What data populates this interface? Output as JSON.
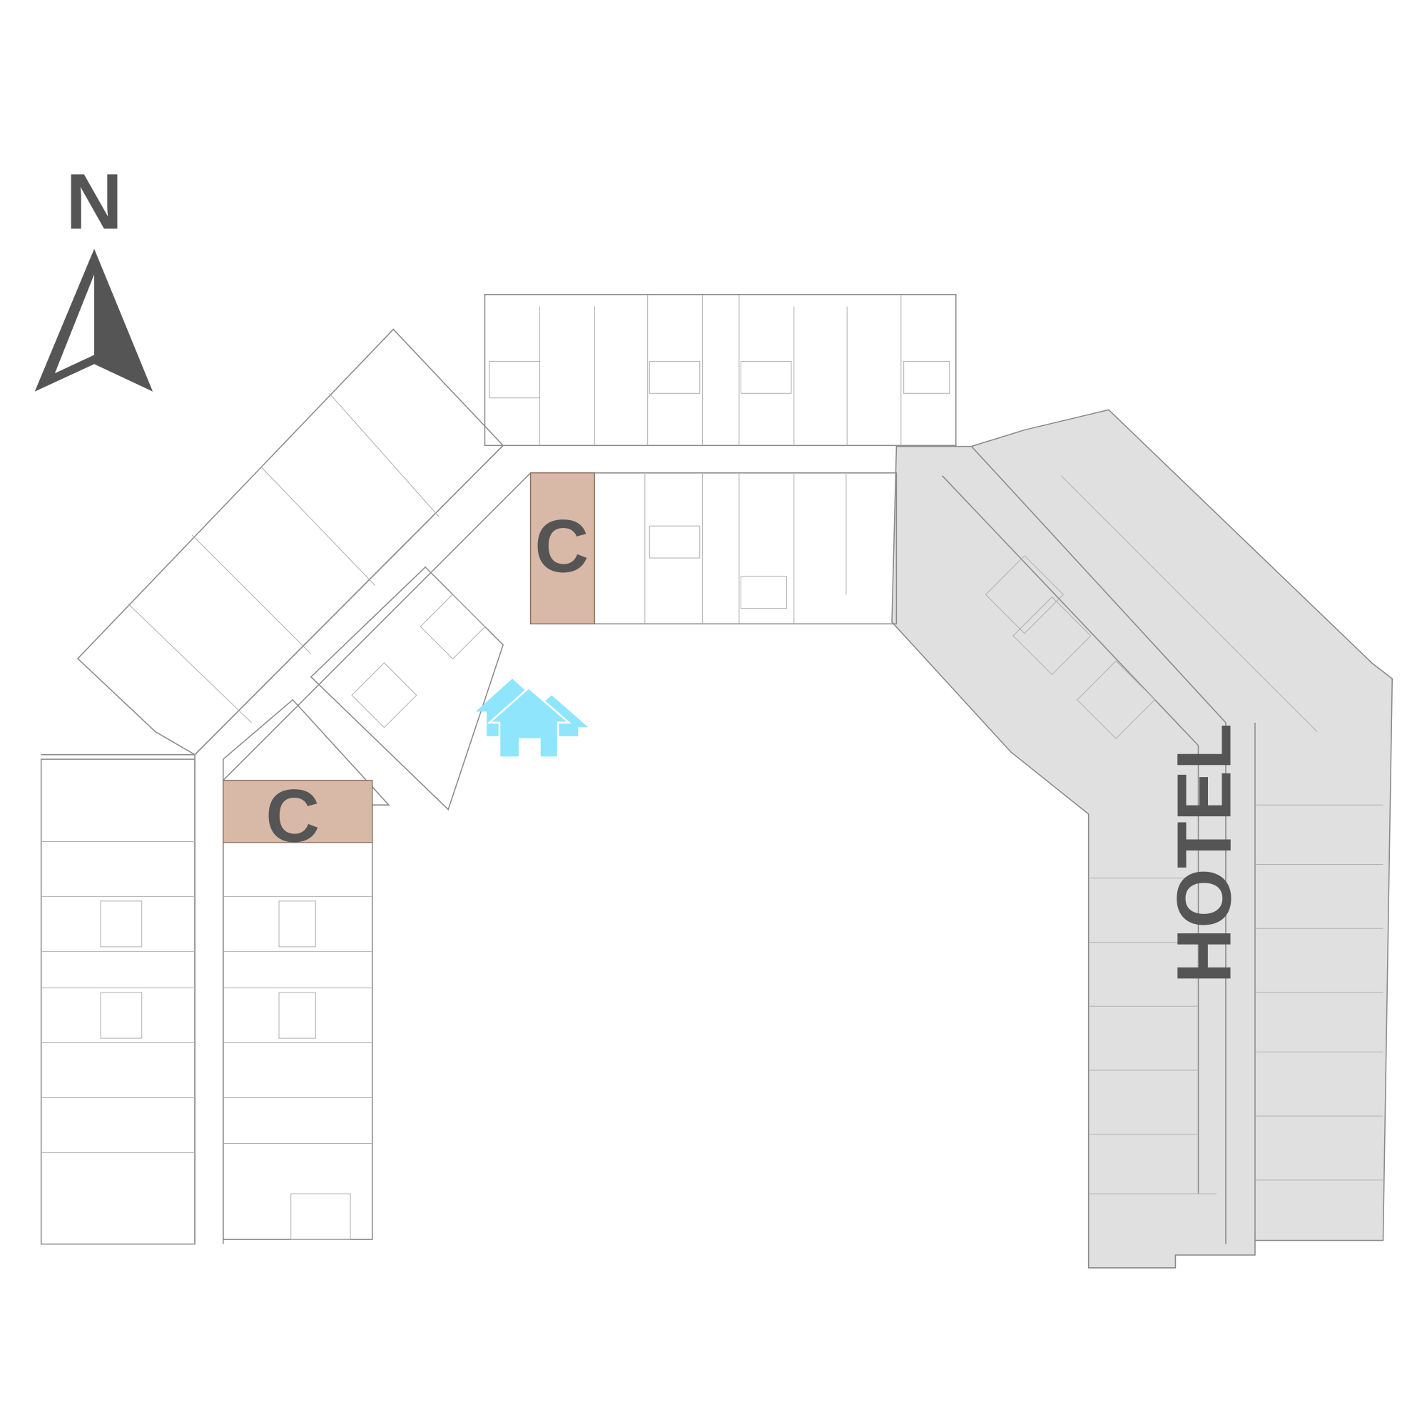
{
  "compass": {
    "label": "N"
  },
  "units": [
    {
      "label": "C",
      "highlight_color": "#d8b8a6"
    },
    {
      "label": "C",
      "highlight_color": "#d8b8a6"
    }
  ],
  "hotel": {
    "label": "HOTEL",
    "fill_color": "#e0e0e0"
  },
  "location_marker": {
    "icon": "house-icon",
    "color": "#8fe6fc"
  }
}
